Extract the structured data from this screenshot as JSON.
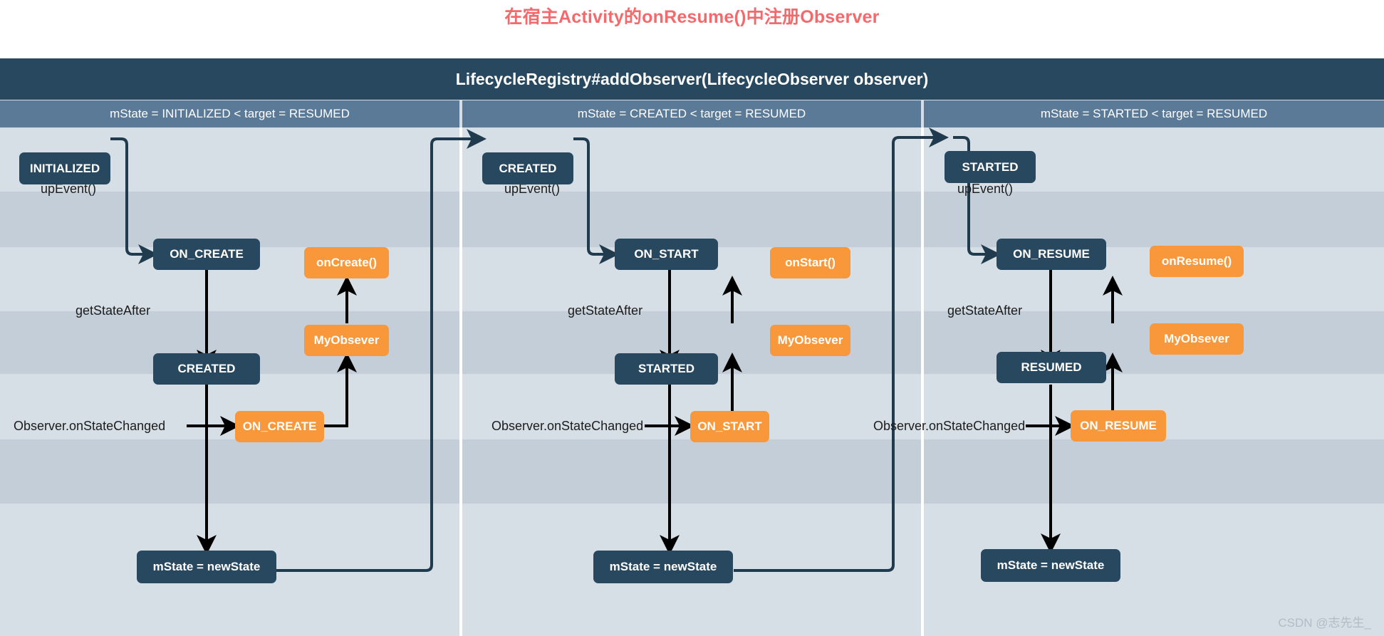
{
  "page": {
    "title": "在宿主Activity的onResume()中注册Observer",
    "title_color": "#f4696c",
    "watermark": "CSDN @志先生_"
  },
  "diagram": {
    "header": "LifecycleRegistry#addObserver(LifecycleObserver observer)",
    "header_bg": "#28485f",
    "subheader_bg": "#5b7a97",
    "band_colors": [
      "#d6dee6",
      "#c3ced8"
    ],
    "node_dark_color": "#28485f",
    "node_orange_color": "#f9983b",
    "columns": [
      {
        "id": "col-initialized",
        "subheader": "mState = INITIALIZED < target = RESUMED",
        "labels": {
          "up_event": "upEvent()",
          "get_state_after": "getStateAfter",
          "on_state_changed": "Observer.onStateChanged"
        },
        "nodes": {
          "state_start": "INITIALIZED",
          "event": "ON_CREATE",
          "callback": "onCreate()",
          "state_after": "CREATED",
          "observer": "MyObsever",
          "dispatch_event": "ON_CREATE",
          "assign": "mState = newState"
        }
      },
      {
        "id": "col-created",
        "subheader": "mState = CREATED < target = RESUMED",
        "labels": {
          "up_event": "upEvent()",
          "get_state_after": "getStateAfter",
          "on_state_changed": "Observer.onStateChanged"
        },
        "nodes": {
          "state_start": "CREATED",
          "event": "ON_START",
          "callback": "onStart()",
          "state_after": "STARTED",
          "observer": "MyObsever",
          "dispatch_event": "ON_START",
          "assign": "mState = newState"
        }
      },
      {
        "id": "col-started",
        "subheader": "mState = STARTED < target = RESUMED",
        "labels": {
          "up_event": "upEvent()",
          "get_state_after": "getStateAfter",
          "on_state_changed": "Observer.onStateChanged"
        },
        "nodes": {
          "state_start": "STARTED",
          "event": "ON_RESUME",
          "callback": "onResume()",
          "state_after": "RESUMED",
          "observer": "MyObsever",
          "dispatch_event": "ON_RESUME",
          "assign": "mState = newState"
        }
      }
    ]
  }
}
